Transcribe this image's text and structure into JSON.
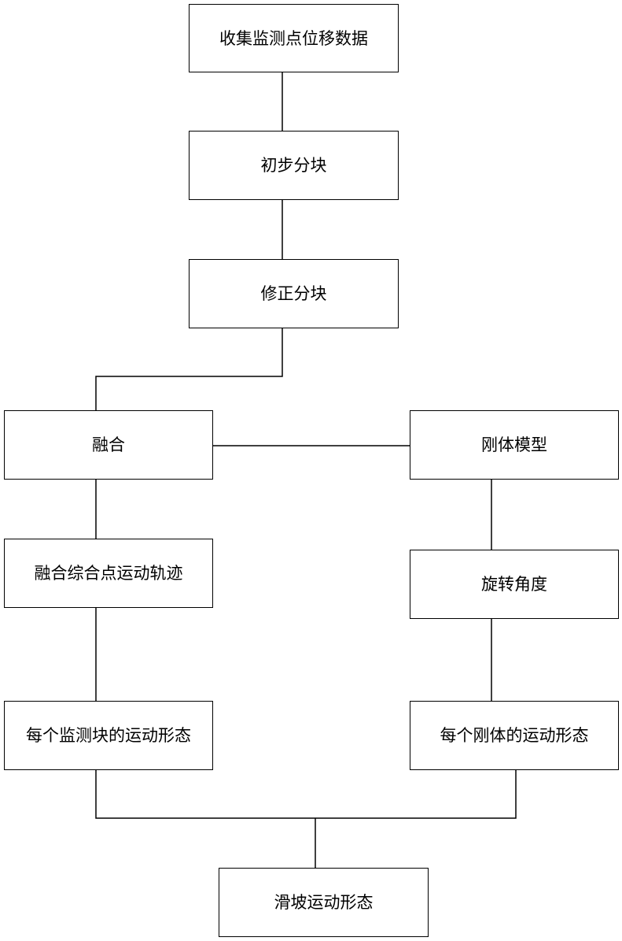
{
  "nodes": {
    "collect": "收集监测点位移数据",
    "initial": "初步分块",
    "correct": "修正分块",
    "fusion": "融合",
    "rigid": "刚体模型",
    "trajectory": "融合综合点运动轨迹",
    "rotation": "旋转角度",
    "block_motion": "每个监测块的运动形态",
    "rigid_motion": "每个刚体的运动形态",
    "slope": "滑坡运动形态"
  },
  "colors": {
    "line": "#000000",
    "box_border": "#000000",
    "background": "#ffffff"
  }
}
